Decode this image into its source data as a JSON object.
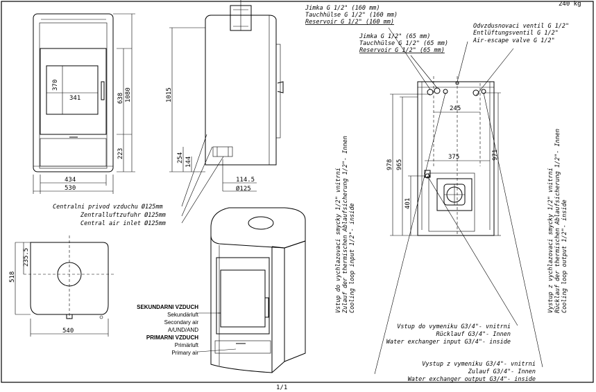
{
  "top_right": {
    "weight_fragment": "240 kg"
  },
  "page_number": "1/1",
  "front_view": {
    "dims": {
      "door_h": "370",
      "door_w": "341",
      "glass_h": "638",
      "total_h": "1080",
      "plinth_h": "223",
      "inner_w": "434",
      "total_w": "530"
    }
  },
  "side_view": {
    "dims": {
      "h1015": "1015",
      "h254": "254",
      "h144": "144",
      "d114": "114.5",
      "dia125": "Ø125"
    }
  },
  "top_view": {
    "dims": {
      "d235": "235.5",
      "d518": "518",
      "w540": "540"
    }
  },
  "central_air": {
    "cz": "Centralni privod vzduchu Ø125mm",
    "de": "Zentralluftzufuhr Ø125mm",
    "en": "Central air inlet Ø125mm"
  },
  "air_labels": {
    "sec_cz": "SEKUNDARNI VZDUCH",
    "sec_de": "Sekundärluft",
    "sec_en": "Secondary air",
    "and": "A/UND/AND",
    "prim_cz": "PRIMARNI VZDUCH",
    "prim_de": "Primärluft",
    "prim_en": "Primary air"
  },
  "reservoir_160": {
    "cz": "Jimka G 1/2\" (160 mm)",
    "de": "Tauchhülse G 1/2\" (160 mm)",
    "en": "Reservoir G 1/2\" (160 mm)"
  },
  "reservoir_65": {
    "cz": "Jimka G 1/2\" (65 mm)",
    "de": "Tauchhülse G 1/2\" (65 mm)",
    "en": "Reservoir G 1/2\" (65 mm)"
  },
  "air_escape": {
    "cz": "Odvzdusnovaci ventil G 1/2\"",
    "de": "Entlüftungsventil G 1/2\"",
    "en": "Air-escape valve G 1/2\""
  },
  "back_view": {
    "dims": {
      "w245": "245",
      "w375": "375",
      "h978": "978",
      "h965": "965",
      "h401": "401",
      "h971": "971"
    }
  },
  "cooling_input": {
    "cz": "Vstup do vychlazovaci smycky 1/2\" vnitrni",
    "de": "Zulauf der thermischen Ablaufsicherung 1/2\"- Innen",
    "en": "Cooling loop input 1/2\"- inside"
  },
  "cooling_output": {
    "cz": "Vystup z vychlazovaci smycky 1/2\" vnitrni",
    "de": "Rücklauf der thermischen Ablaufsicherung 1/2\"- Innen",
    "en": "Cooling loop output 1/2\"- inside"
  },
  "exchanger_input": {
    "cz": "Vstup do vymeniku G3/4\"- vnitrni",
    "de": "Rücklauf G3/4\"- Innen",
    "en": "Water exchanger input G3/4\"- inside"
  },
  "exchanger_output": {
    "cz": "Vystup z vymeniku G3/4\"- vnitrni",
    "de": "Zulauf G3/4\"- Innen",
    "en": "Water exchanger output G3/4\"- inside"
  }
}
